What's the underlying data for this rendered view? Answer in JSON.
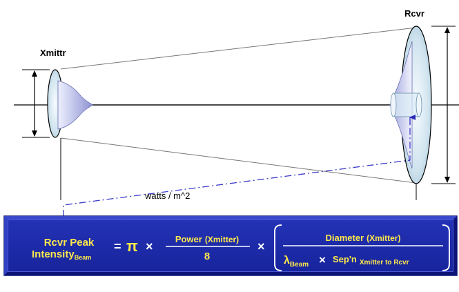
{
  "labels": {
    "transmitter": "Xmittr",
    "receiver": "Rcvr",
    "units": "watts / m^2"
  },
  "formula": {
    "lhs_line1": "Rcvr Peak",
    "lhs_line2": "Intensity",
    "lhs_sub": "Beam",
    "equals": "=",
    "pi": "π",
    "times": "×",
    "power": "Power",
    "power_sub": "(Xmitter)",
    "eight": "8",
    "diameter": "Diameter",
    "diameter_sub": "(Xmitter)",
    "lambda": "λ",
    "lambda_sub": "Beam",
    "sep": "Sep'n",
    "sep_sub": "Xmitter to Rcvr"
  },
  "colors": {
    "formula_box": "#1e2aa8",
    "formula_border": "#3a47c8",
    "formula_yellow": "#ffe94a",
    "beam_blue": "#8a8fcc",
    "dash_line": "#3b3bc8"
  }
}
